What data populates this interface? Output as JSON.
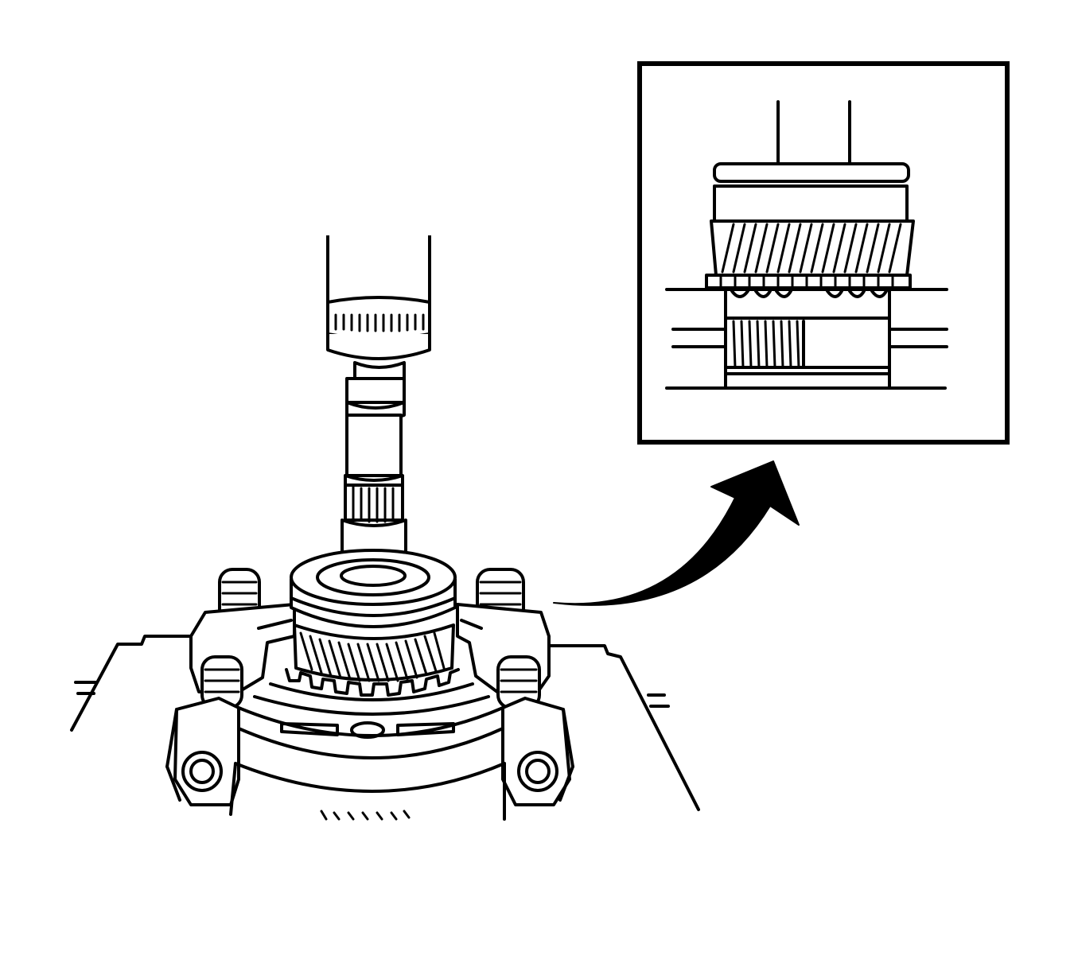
{
  "figure": {
    "kind": "technical line drawing",
    "colors": {
      "line": "#000000",
      "background": "#ffffff"
    },
    "parts": [
      "press-ram",
      "shaft",
      "bearing",
      "helical-gear",
      "bearing-puller-plate",
      "transmission-case",
      "detail-inset",
      "callout-arrow"
    ]
  }
}
